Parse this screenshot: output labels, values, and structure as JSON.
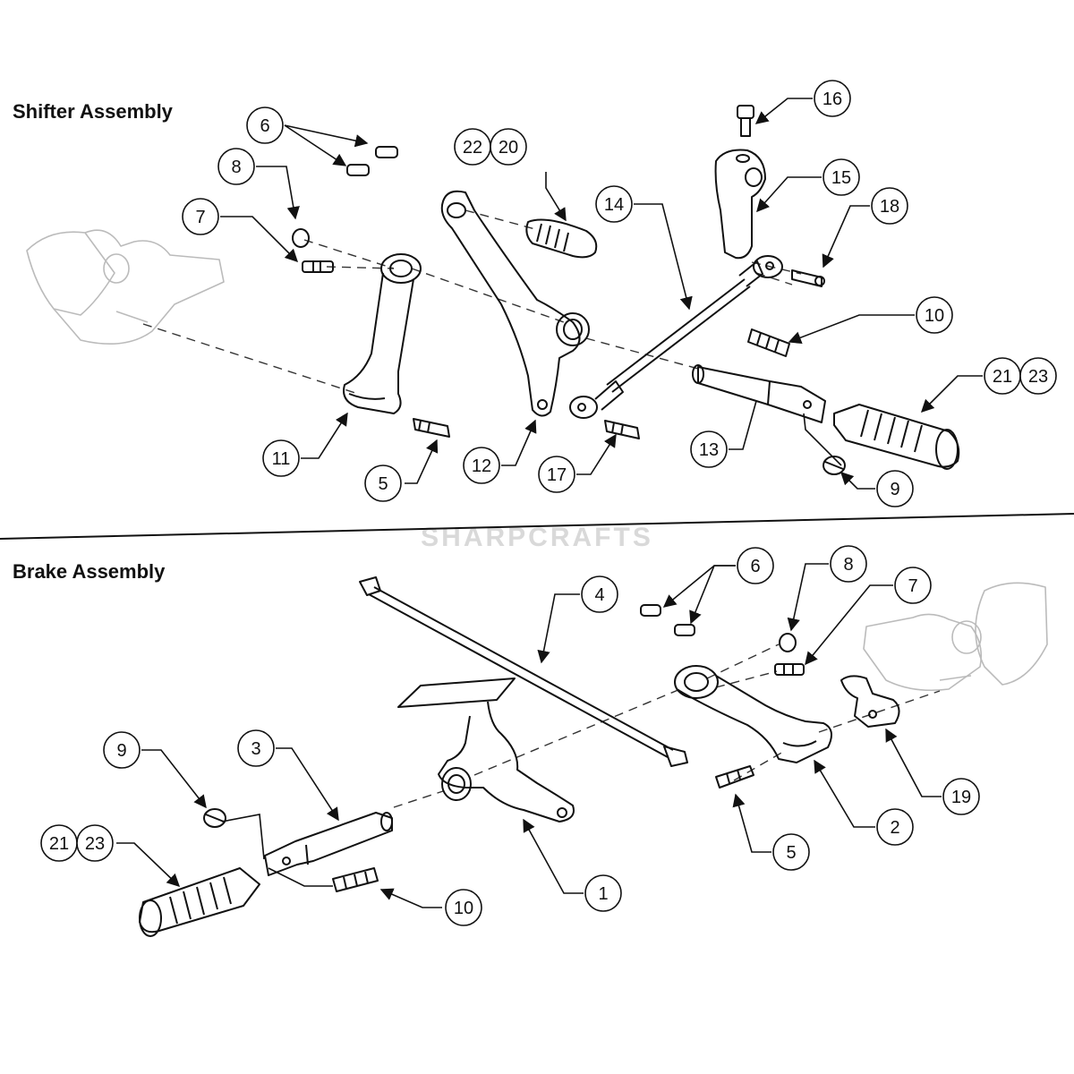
{
  "shifter": {
    "title": "Shifter Assembly",
    "callouts": [
      "6",
      "8",
      "7",
      "22",
      "20",
      "14",
      "16",
      "15",
      "18",
      "10",
      "21",
      "23",
      "11",
      "5",
      "12",
      "17",
      "13",
      "9"
    ]
  },
  "brake": {
    "title": "Brake Assembly",
    "callouts": [
      "4",
      "6",
      "8",
      "7",
      "9",
      "3",
      "21",
      "23",
      "19",
      "5",
      "2",
      "10",
      "1"
    ]
  },
  "watermark": "SHARPCRAFTS",
  "colors": {
    "line": "#111111",
    "ghost": "#bbbbbb",
    "watermark": "#d9d9d9"
  }
}
